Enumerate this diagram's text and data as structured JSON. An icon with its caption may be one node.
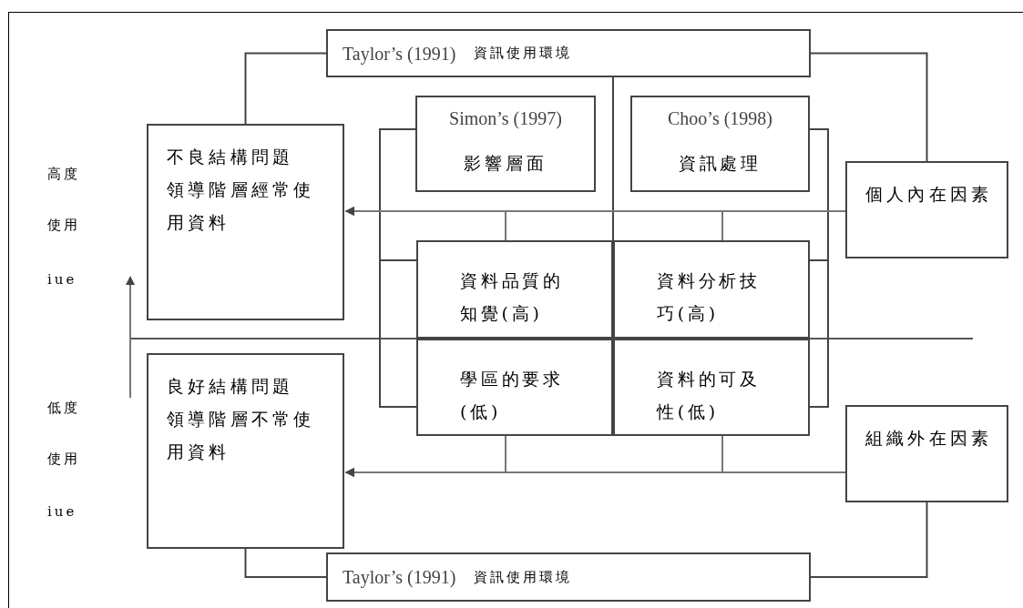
{
  "diagram": {
    "nodes": [
      {
        "text": [
          "Taylor’s (1991)",
          "資訊使用環境"
        ]
      },
      {
        "text": [
          "不良結構問題",
          "領導階層經常使用資料"
        ]
      },
      {
        "text": [
          "Simon’s (1997)",
          "影響層面"
        ]
      },
      {
        "text": [
          "Choo’s (1998)",
          "資訊處理"
        ]
      },
      {
        "text": [
          "個人內在因素"
        ]
      },
      {
        "text": [],
        "shape": "box"
      },
      {
        "text": [
          "資料品質的知覺(高)"
        ],
        "in": 5
      },
      {
        "text": [
          "資料分析技巧(高)"
        ],
        "in": 5
      },
      {
        "text": [
          "學區的要求(低)"
        ],
        "in": 5
      },
      {
        "text": [
          "資料的可及性(低)"
        ],
        "in": 5
      },
      {
        "text": [
          "良好結構問題",
          "領導階層不常使用資料"
        ]
      },
      {
        "text": [
          "組織外在因素"
        ]
      },
      {
        "text": [
          "Taylor’s (1991)",
          "資訊使用環境"
        ]
      }
    ],
    "edges": [
      {
        "from": 0,
        "to": 1,
        "arrow": "none"
      },
      {
        "from": 0,
        "to": 4,
        "arrow": "none"
      },
      {
        "from": 0,
        "to": 5,
        "arrow": "none"
      },
      {
        "from": 2,
        "to": 6,
        "arrow": "none"
      },
      {
        "from": 2,
        "to": 8,
        "arrow": "none"
      },
      {
        "from": 3,
        "to": 7,
        "arrow": "none"
      },
      {
        "from": 3,
        "to": 9,
        "arrow": "none"
      },
      {
        "from": 4,
        "to": 1,
        "arrow": "to"
      },
      {
        "from": 6,
        "to": 1,
        "arrow": "to"
      },
      {
        "from": 7,
        "to": 1,
        "arrow": "to"
      },
      {
        "from": 11,
        "to": 10,
        "arrow": "to"
      },
      {
        "from": 8,
        "to": 10,
        "arrow": "to"
      },
      {
        "from": 9,
        "to": 10,
        "arrow": "to"
      },
      {
        "from": 12,
        "to": 10,
        "arrow": "none"
      },
      {
        "from": 12,
        "to": 11,
        "arrow": "none"
      }
    ],
    "labels": [
      "高度",
      "使用",
      "iue",
      "低度",
      "使用",
      "iue"
    ]
  }
}
